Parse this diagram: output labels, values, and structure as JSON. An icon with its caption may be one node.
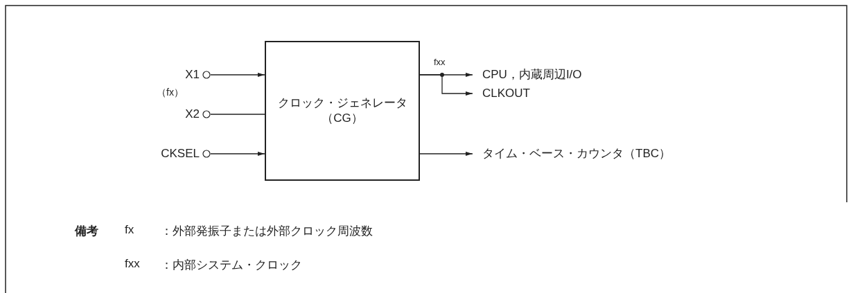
{
  "diagram": {
    "nodes": [
      {
        "text": [
          "X1"
        ]
      },
      {
        "text": [
          "X2"
        ]
      },
      {
        "text": [
          "CKSEL"
        ]
      },
      {
        "text": [
          "クロック・ジェネレータ（CG）"
        ]
      },
      {
        "text": [
          "CPU，内蔵周辺I/O"
        ]
      },
      {
        "text": [
          "CLKOUT"
        ]
      },
      {
        "text": [
          "タイム・ベース・カウンタ（TBC）"
        ]
      }
    ],
    "edges": [
      {
        "from": 0,
        "to": 3,
        "arrow": "to"
      },
      {
        "from": 1,
        "to": 3,
        "arrow": "none"
      },
      {
        "from": 2,
        "to": 3,
        "arrow": "to"
      },
      {
        "from": 3,
        "to": 4,
        "arrow": "to",
        "label": "fxx"
      },
      {
        "from": 3,
        "to": 5,
        "arrow": "to"
      },
      {
        "from": 3,
        "to": 6,
        "arrow": "to"
      }
    ],
    "labels": [
      "（fx）",
      "備考",
      "fx",
      "：外部発振子または外部クロック周波数",
      "fxx",
      "：内部システム・クロック"
    ]
  }
}
